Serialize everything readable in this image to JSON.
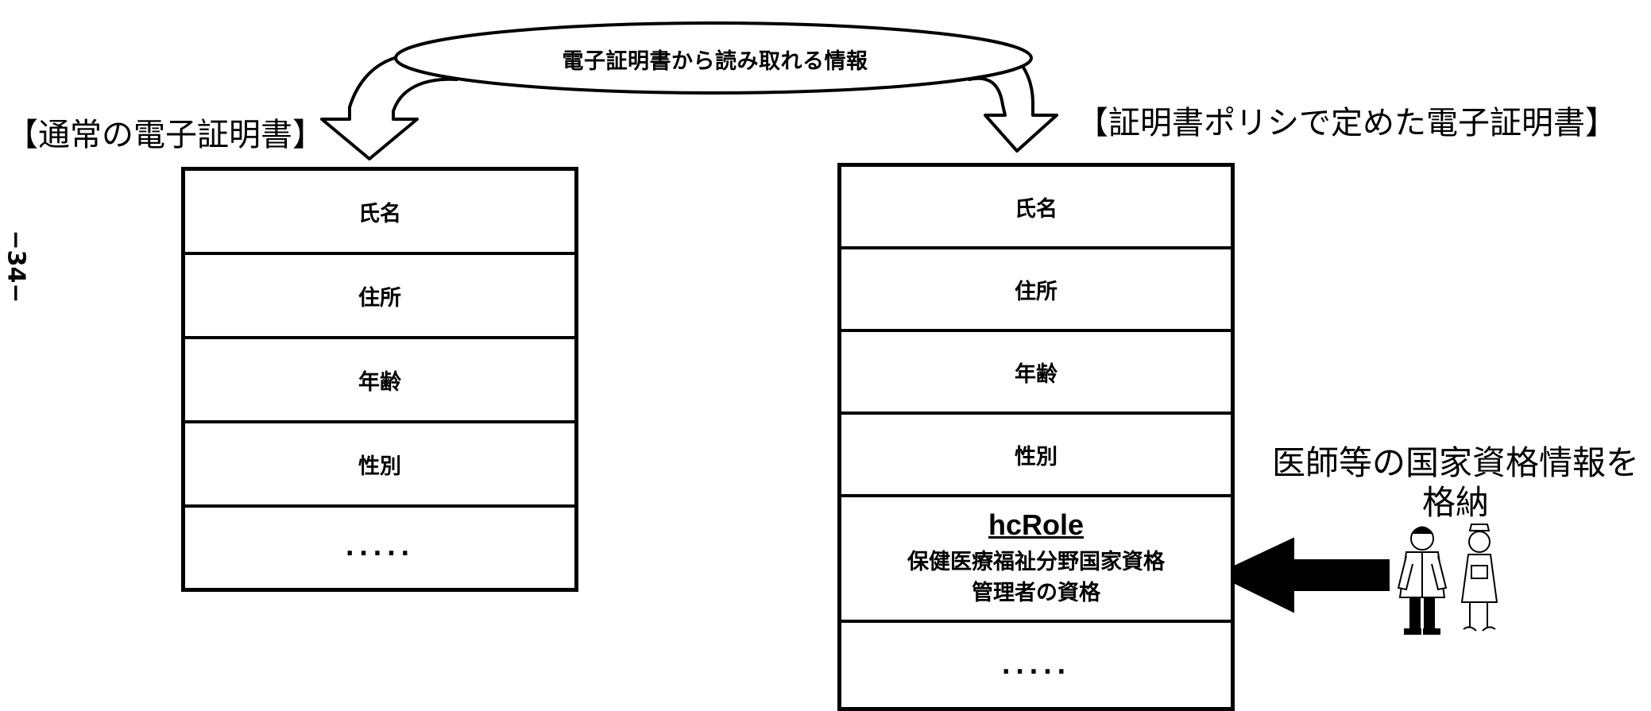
{
  "ellipse": {
    "label": "電子証明書から読み取れる情報"
  },
  "left": {
    "heading": "【通常の電子証明書】",
    "rows": [
      "氏名",
      "住所",
      "年齢",
      "性別",
      "....."
    ]
  },
  "right": {
    "heading": "【証明書ポリシで定めた電子証明書】",
    "rows": [
      "氏名",
      "住所",
      "年齢",
      "性別"
    ],
    "role": {
      "title": "hcRole",
      "line1": "保健医療福祉分野国家資格",
      "line2": "管理者の資格"
    },
    "last_row": "....."
  },
  "caption": {
    "line1": "医師等の国家資格情報を",
    "line2": "格納"
  },
  "page_number": "−34−",
  "icons": [
    "curved-arrow-left-icon",
    "curved-arrow-right-icon",
    "solid-arrow-left-icon",
    "doctor-icon",
    "nurse-icon"
  ]
}
